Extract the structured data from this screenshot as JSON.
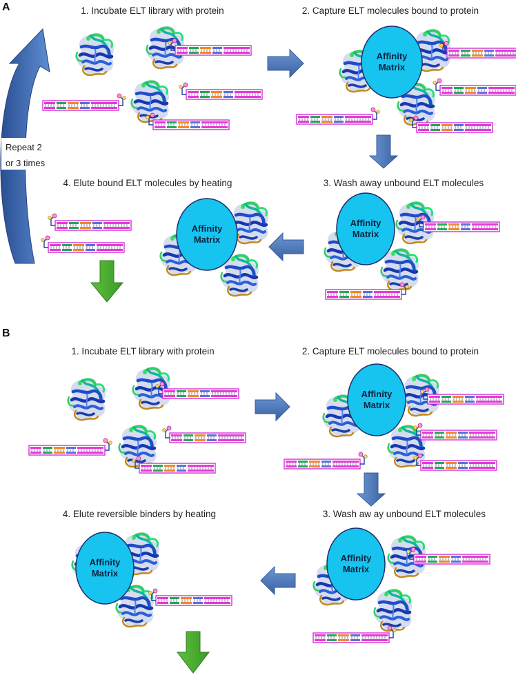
{
  "panels": [
    {
      "letter": "A",
      "steps": [
        "1. Incubate ELT library with protein",
        "2. Capture ELT molecules bound to protein",
        "3. Wash away unbound ELT molecules",
        "4. Elute bound ELT molecules by heating"
      ],
      "repeat_label": [
        "Repeat 2",
        "or 3 times"
      ]
    },
    {
      "letter": "B",
      "steps": [
        "1. Incubate ELT library with protein",
        "2. Capture ELT molecules bound to protein",
        "3. Wash aw ay unbound ELT molecules",
        "4. Elute reversible binders by heating"
      ]
    }
  ],
  "matrix_label": [
    "Affinity",
    "Matrix"
  ],
  "colors": {
    "flow_arrow": "#4a74b4",
    "output_arrow": "#4aa52f",
    "affinity_matrix": "#17c3ef",
    "dna_outline": "#d02bd6",
    "repeat_arrow": "#2b4f90"
  }
}
